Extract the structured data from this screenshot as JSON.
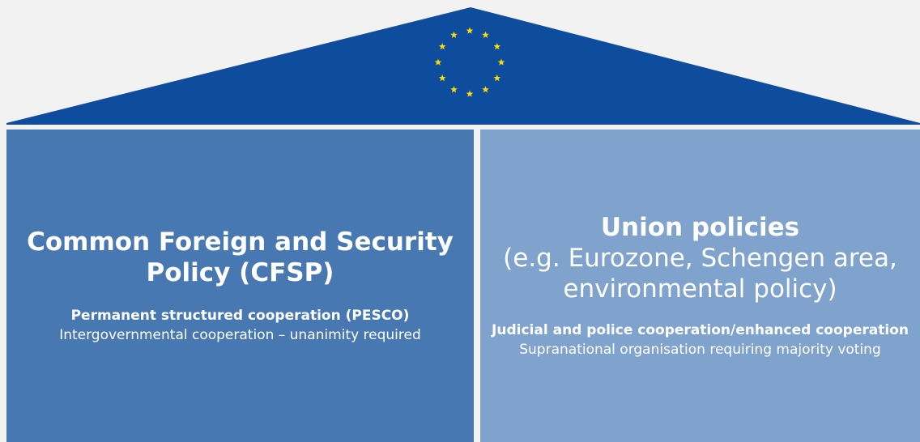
{
  "colors": {
    "roof": "#0e4c9e",
    "star": "#ffdd00",
    "pillar_left": "#4878b1",
    "pillar_right": "#7fa3cd",
    "text": "#ffffff"
  },
  "roof": {
    "icon": "eu-flag-stars-icon",
    "star_count": 12
  },
  "pillars": [
    {
      "title": "Common Foreign and Security Policy (CFSP)",
      "heading": "Permanent structured cooperation (PESCO)",
      "text": "Intergovernmental cooperation – unanimity required"
    },
    {
      "title": "Union policies",
      "subtitle": "(e.g. Eurozone, Schengen area, environmental policy)",
      "heading": "Judicial and police cooperation/enhanced cooperation",
      "text": "Supranational organisation requiring majority voting"
    }
  ]
}
